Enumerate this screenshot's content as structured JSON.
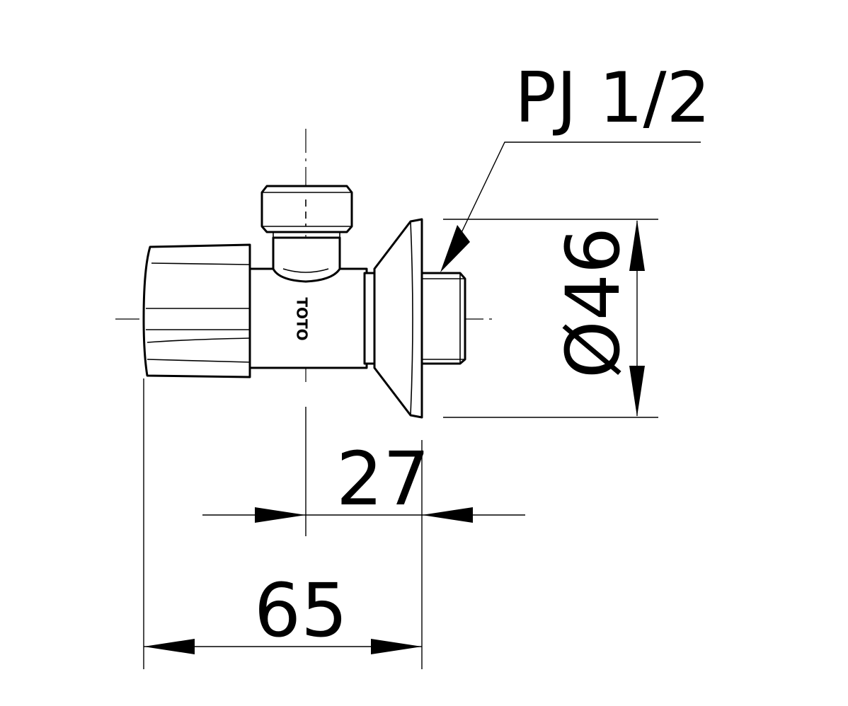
{
  "drawing": {
    "thread_label": "PJ 1/2",
    "diameter_label": "Ø46",
    "offset_dimension": "27",
    "overall_dimension": "65",
    "brand_mark": "TOTO"
  },
  "colors": {
    "line": "#000000",
    "background": "#ffffff"
  }
}
